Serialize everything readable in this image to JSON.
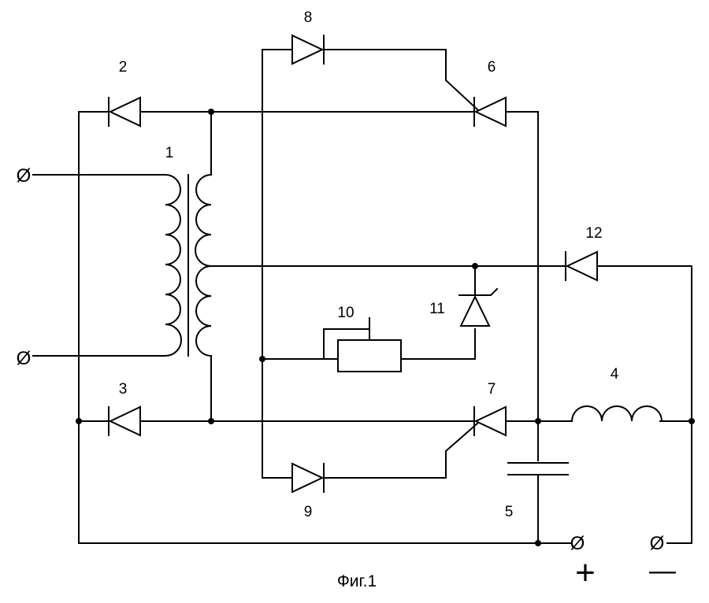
{
  "diagram": {
    "caption": "Фиг.1",
    "labels": {
      "transformer": "1",
      "diode_top_left": "2",
      "diode_bottom_left": "3",
      "inductor": "4",
      "capacitor": "5",
      "thyristor_top": "6",
      "thyristor_bottom": "7",
      "diode_top": "8",
      "diode_bottom": "9",
      "resistor": "10",
      "zener": "11",
      "diode_right": "12"
    },
    "terminals": {
      "input_top": "Ø",
      "input_bottom": "Ø",
      "output_plus": "Ø",
      "output_minus": "Ø"
    },
    "polarity": {
      "plus": "+",
      "minus": "—"
    }
  }
}
